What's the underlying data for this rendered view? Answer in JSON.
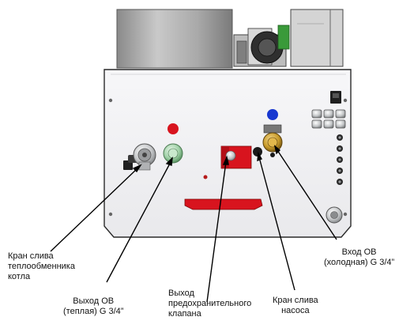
{
  "callouts": [
    {
      "id": "drain-heat-exchanger",
      "lines": [
        "Кран слива",
        "теплообменника",
        "котла"
      ]
    },
    {
      "id": "outlet-warm",
      "lines": [
        "Выход ОВ",
        "(теплая) G 3/4”"
      ]
    },
    {
      "id": "safety-valve-outlet",
      "lines": [
        "Выход",
        "предохранительного",
        "клапана"
      ]
    },
    {
      "id": "pump-drain",
      "lines": [
        "Кран слива",
        "насоса"
      ]
    },
    {
      "id": "inlet-cold",
      "lines": [
        "Вход ОВ",
        "(холодная) G 3/4”"
      ]
    }
  ],
  "colors": {
    "panel": "#f1f1f3",
    "panel_edge": "#2a2a2a",
    "red_marker": "#d8141e",
    "blue_marker": "#1838d0",
    "brass": "#c79a2a",
    "chrome": "#c8cacc"
  }
}
